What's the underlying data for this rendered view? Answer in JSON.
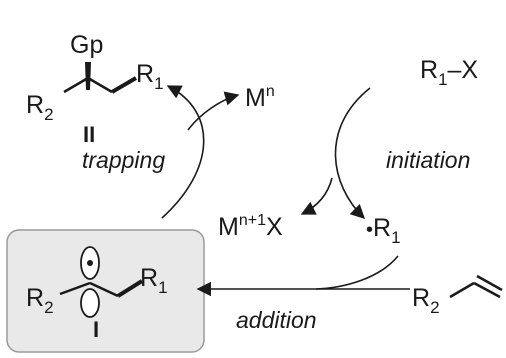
{
  "colors": {
    "ink": "#1a1a1a",
    "box_fill": "#e9e9e9",
    "box_stroke": "#9a9a9a"
  },
  "product_II": {
    "group": "Gp",
    "r2": "R",
    "r2_sub": "2",
    "r1": "R",
    "r1_sub": "1",
    "label": "II"
  },
  "catalyst": {
    "mn_base": "M",
    "mn_sup": "n",
    "mx_base": "M",
    "mx_sup": "n+1",
    "mx_tail": "X"
  },
  "halide": {
    "r": "R",
    "sub": "1",
    "tail": "–X"
  },
  "radical_R1": {
    "dot": "•",
    "r": "R",
    "sub": "1"
  },
  "radical_I": {
    "r2": "R",
    "r2_sub": "2",
    "r1": "R",
    "r1_sub": "1",
    "label": "I"
  },
  "alkene": {
    "r": "R",
    "sub": "2"
  },
  "steps": {
    "trapping": "trapping",
    "initiation": "initiation",
    "addition": "addition"
  }
}
